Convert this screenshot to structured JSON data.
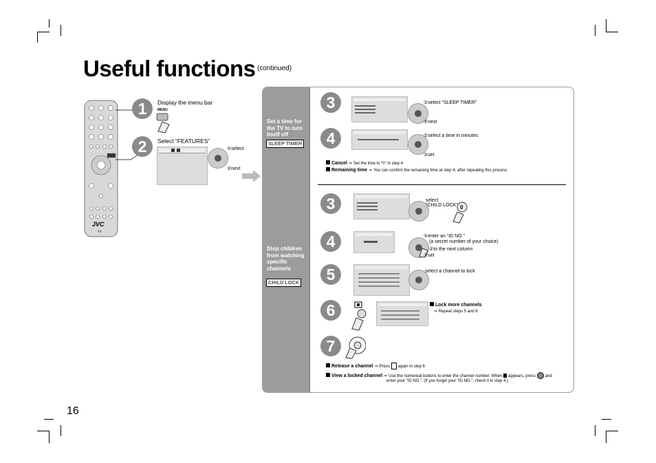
{
  "title": "Useful functions",
  "title_sub": "(continued)",
  "page_number": "16",
  "left_steps": {
    "step1": {
      "num": "1",
      "text": "Display the menu bar",
      "button": "MENU"
    },
    "step2": {
      "num": "2",
      "text": "Select “FEATURES”",
      "select": "①select",
      "next": "②next"
    }
  },
  "remote_brand": "JVC",
  "remote_tv": "TV",
  "sleep": {
    "heading": "Set a time for the TV to turn itself off",
    "badge": "SLEEP TIMER",
    "step3": {
      "num": "3",
      "a": "①select “SLEEP TIMER”",
      "b": "②next"
    },
    "step4": {
      "num": "4",
      "a": "①select a time in minutes",
      "b": "②set"
    },
    "cancel_label": "Cancel",
    "cancel_text": "Set the time to “0” in step 4",
    "remaining_label": "Remaining time",
    "remaining_text": "You can confirm the remaining time at step 4, after repeating this process."
  },
  "child": {
    "heading": "Stop children from watching specific channels",
    "badge": "CHILD LOCK",
    "step3": {
      "num": "3",
      "a": "select",
      "b": "“CHILD LOCK”"
    },
    "step4": {
      "num": "4",
      "a": "①enter an “ID NO.”",
      "b": "(a secret number of your choice)",
      "c": "②to the next column",
      "d": "③set"
    },
    "step5": {
      "num": "5",
      "a": "select a channel to lock"
    },
    "step6": {
      "num": "6",
      "label": "Lock more channels",
      "text": "Repeat steps 5 and 6"
    },
    "step7": {
      "num": "7"
    },
    "release_label": "Release a channel",
    "release_text1": "Press",
    "release_text2": "again in step 6",
    "view_label": "View a locked channel",
    "view_text1": "Use the numerical buttons to enter the channel number. When",
    "view_text2": "appears, press",
    "view_text3": "and",
    "view_text4": "enter your “ID NO.”. (If you forget your “ID NO.”, check it in step 4.)"
  }
}
